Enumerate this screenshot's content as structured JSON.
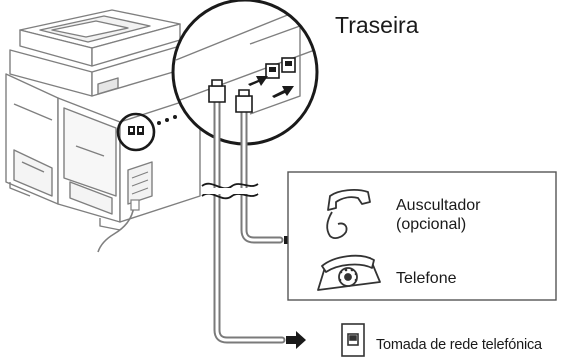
{
  "title": "Traseira",
  "devices": {
    "handset_line1": "Auscultador",
    "handset_line2": "(opcional)",
    "phone": "Telefone"
  },
  "wall_jack": "Tomada de rede telefónica",
  "icons": [
    "printer-icon",
    "handset-icon",
    "telephone-icon",
    "wall-jack-icon",
    "arrow-icon",
    "rj11-plug-icon"
  ]
}
